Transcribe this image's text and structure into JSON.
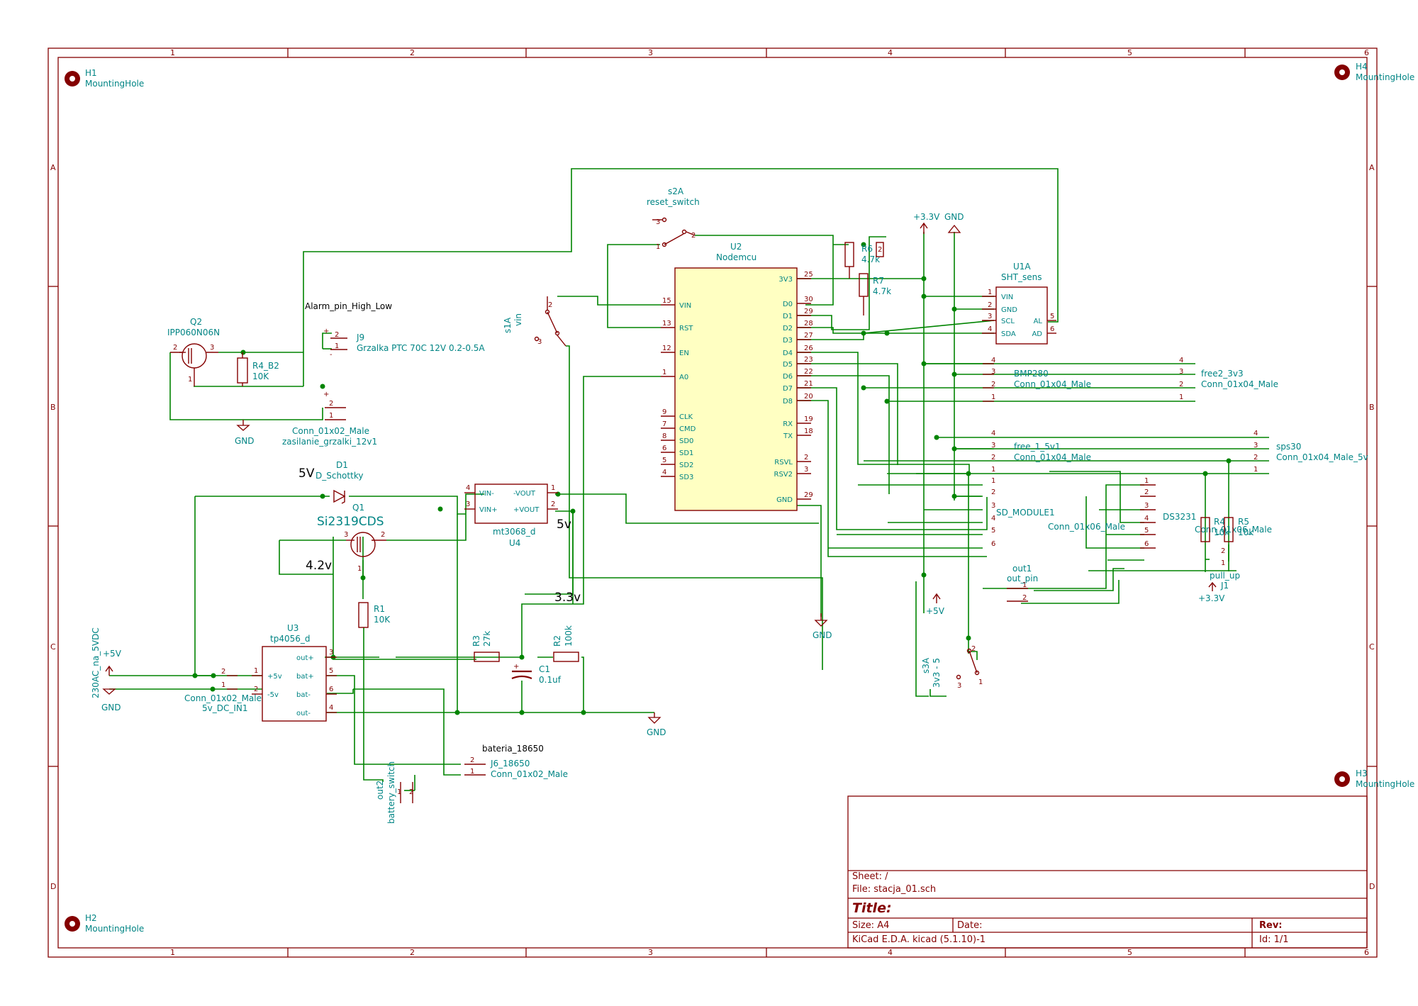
{
  "schematic": {
    "grid": {
      "columns": [
        "1",
        "2",
        "3",
        "4",
        "5",
        "6"
      ],
      "rows": [
        "A",
        "B",
        "C",
        "D"
      ]
    },
    "title_block": {
      "sheet": "Sheet: /",
      "file": "File: stacja_01.sch",
      "title": "Title:",
      "size": "Size: A4",
      "date": "Date:",
      "rev": "Rev:",
      "tool": "KiCad E.D.A.  kicad (5.1.10)-1",
      "id": "Id: 1/1"
    },
    "mounting_holes": [
      {
        "ref": "H1",
        "value": "MountingHole"
      },
      {
        "ref": "H2",
        "value": "MountingHole"
      },
      {
        "ref": "H3",
        "value": "MountingHole"
      },
      {
        "ref": "H4",
        "value": "MountingHole"
      }
    ],
    "u2": {
      "ref": "U2",
      "value": "Nodemcu",
      "left_pins": [
        {
          "name": "VIN",
          "num": "15"
        },
        {
          "name": "RST",
          "num": "13"
        },
        {
          "name": "EN",
          "num": "12"
        },
        {
          "name": "A0",
          "num": "1"
        },
        {
          "name": "CLK",
          "num": "9"
        },
        {
          "name": "CMD",
          "num": "7"
        },
        {
          "name": "SD0",
          "num": "8"
        },
        {
          "name": "SD1",
          "num": "6"
        },
        {
          "name": "SD2",
          "num": "5"
        },
        {
          "name": "SD3",
          "num": "4"
        }
      ],
      "right_pins": [
        {
          "name": "3V3",
          "num": "25"
        },
        {
          "name": "D0",
          "num": "30"
        },
        {
          "name": "D1",
          "num": "29"
        },
        {
          "name": "D2",
          "num": "28"
        },
        {
          "name": "D3",
          "num": "27"
        },
        {
          "name": "D4",
          "num": "26"
        },
        {
          "name": "D5",
          "num": "23"
        },
        {
          "name": "D6",
          "num": "22"
        },
        {
          "name": "D7",
          "num": "21"
        },
        {
          "name": "D8",
          "num": "20"
        },
        {
          "name": "RX",
          "num": "19"
        },
        {
          "name": "TX",
          "num": "18"
        },
        {
          "name": "RSVL",
          "num": "2"
        },
        {
          "name": "RSV2",
          "num": "3"
        },
        {
          "name": "GND",
          "num": "29"
        }
      ]
    },
    "u1a": {
      "ref": "U1A",
      "value": "SHT_sens",
      "pins": [
        {
          "name": "VIN",
          "num": "1"
        },
        {
          "name": "GND",
          "num": "2"
        },
        {
          "name": "SCL",
          "num": "3"
        },
        {
          "name": "SDA",
          "num": "4"
        },
        {
          "name": "AL",
          "num": "5"
        },
        {
          "name": "AD",
          "num": "6"
        }
      ]
    },
    "u4": {
      "ref": "U4",
      "value": "mt3068_d",
      "pins": [
        {
          "name": "VIN-",
          "num": "4"
        },
        {
          "name": "VIN+",
          "num": "3"
        },
        {
          "name": "-VOUT",
          "num": "1"
        },
        {
          "name": "+VOUT",
          "num": "2"
        }
      ]
    },
    "u3": {
      "ref": "U3",
      "value": "tp4056_d",
      "pins": [
        {
          "name": "+5v",
          "num": "1"
        },
        {
          "name": "-5v",
          "num": "2"
        },
        {
          "name": "out+",
          "num": "3"
        },
        {
          "name": "bat+",
          "num": "5"
        },
        {
          "name": "bat-",
          "num": "6"
        },
        {
          "name": "out-",
          "num": "4"
        }
      ]
    },
    "labels": {
      "q2_ref": "Q2",
      "q2_val": "IPP060N06N",
      "r4_ref": "R4_B2",
      "r4_val": "10K",
      "alarm": "Alarm_pin_High_Low",
      "j9_ref": "J9",
      "j9_val": "Grzalka PTC 70C 12V 0.2-0.5A",
      "conn_heater": "Conn_01x02_Male",
      "conn_heater2": "zasilanie_grzalki_12v1",
      "gnd": "GND",
      "d1_ref": "D1",
      "d1_val": "D_Schottky",
      "q1_ref": "Q1",
      "q1_val": "Si2319CDS",
      "v5": "5V",
      "v42": "4.2v",
      "v5b": "5v",
      "v33": "3.3v",
      "r1_ref": "R1",
      "r1_val": "10K",
      "r3_ref": "R3",
      "r3_val": "27k",
      "r2_ref": "R2",
      "r2_val": "100k",
      "c1_ref": "C1",
      "c1_val": "0.1uf",
      "plus5v": "+5V",
      "ac": "230AC_na_5VDC",
      "dcin_a": "Conn_01x02_Male",
      "dcin_b": "5v_DC_IN1",
      "bat": "bateria_18650",
      "j6_ref": "J6_18650",
      "j6_val": "Conn_01x02_Male",
      "out2": "out2",
      "bsw": "battery_switch",
      "s2a_ref": "s2A",
      "s2a_val": "reset_switch",
      "s1a_ref": "s1A",
      "s1a_val": "vin",
      "plus33": "+3.3V",
      "gnd2": "GND",
      "r6_ref": "R6",
      "r6_val": "4.7k",
      "r7_ref": "R7",
      "r7_val": "4.7k",
      "bmp": "BMP280",
      "bmp_val": "Conn_01x04_Male",
      "free2": "free2_3v3",
      "free2_val": "Conn_01x04_Male",
      "free1": "free_1_5v1",
      "free1_val": "Conn_01x04_Male",
      "sps": "sps30",
      "sps_val": "Conn_01x04_Male_5v",
      "sd": "SD_MODULE1",
      "sd_val": "Conn_01x06_Male",
      "ds": "DS3231",
      "ds_val": "Conn_01x06_Male",
      "r4b_ref": "R4",
      "r4b_val": "10k",
      "r5_ref": "R5",
      "r5_val": "10k",
      "pullup": "pull_up",
      "j1": "J1",
      "plus33b": "+3.3V",
      "out1": "out1",
      "outpin": "out_pin",
      "plus5vb": "+5V",
      "s3a_ref": "s3A",
      "s3a_val": "3v3 - 5",
      "plus": "+",
      "minus": "-"
    }
  }
}
